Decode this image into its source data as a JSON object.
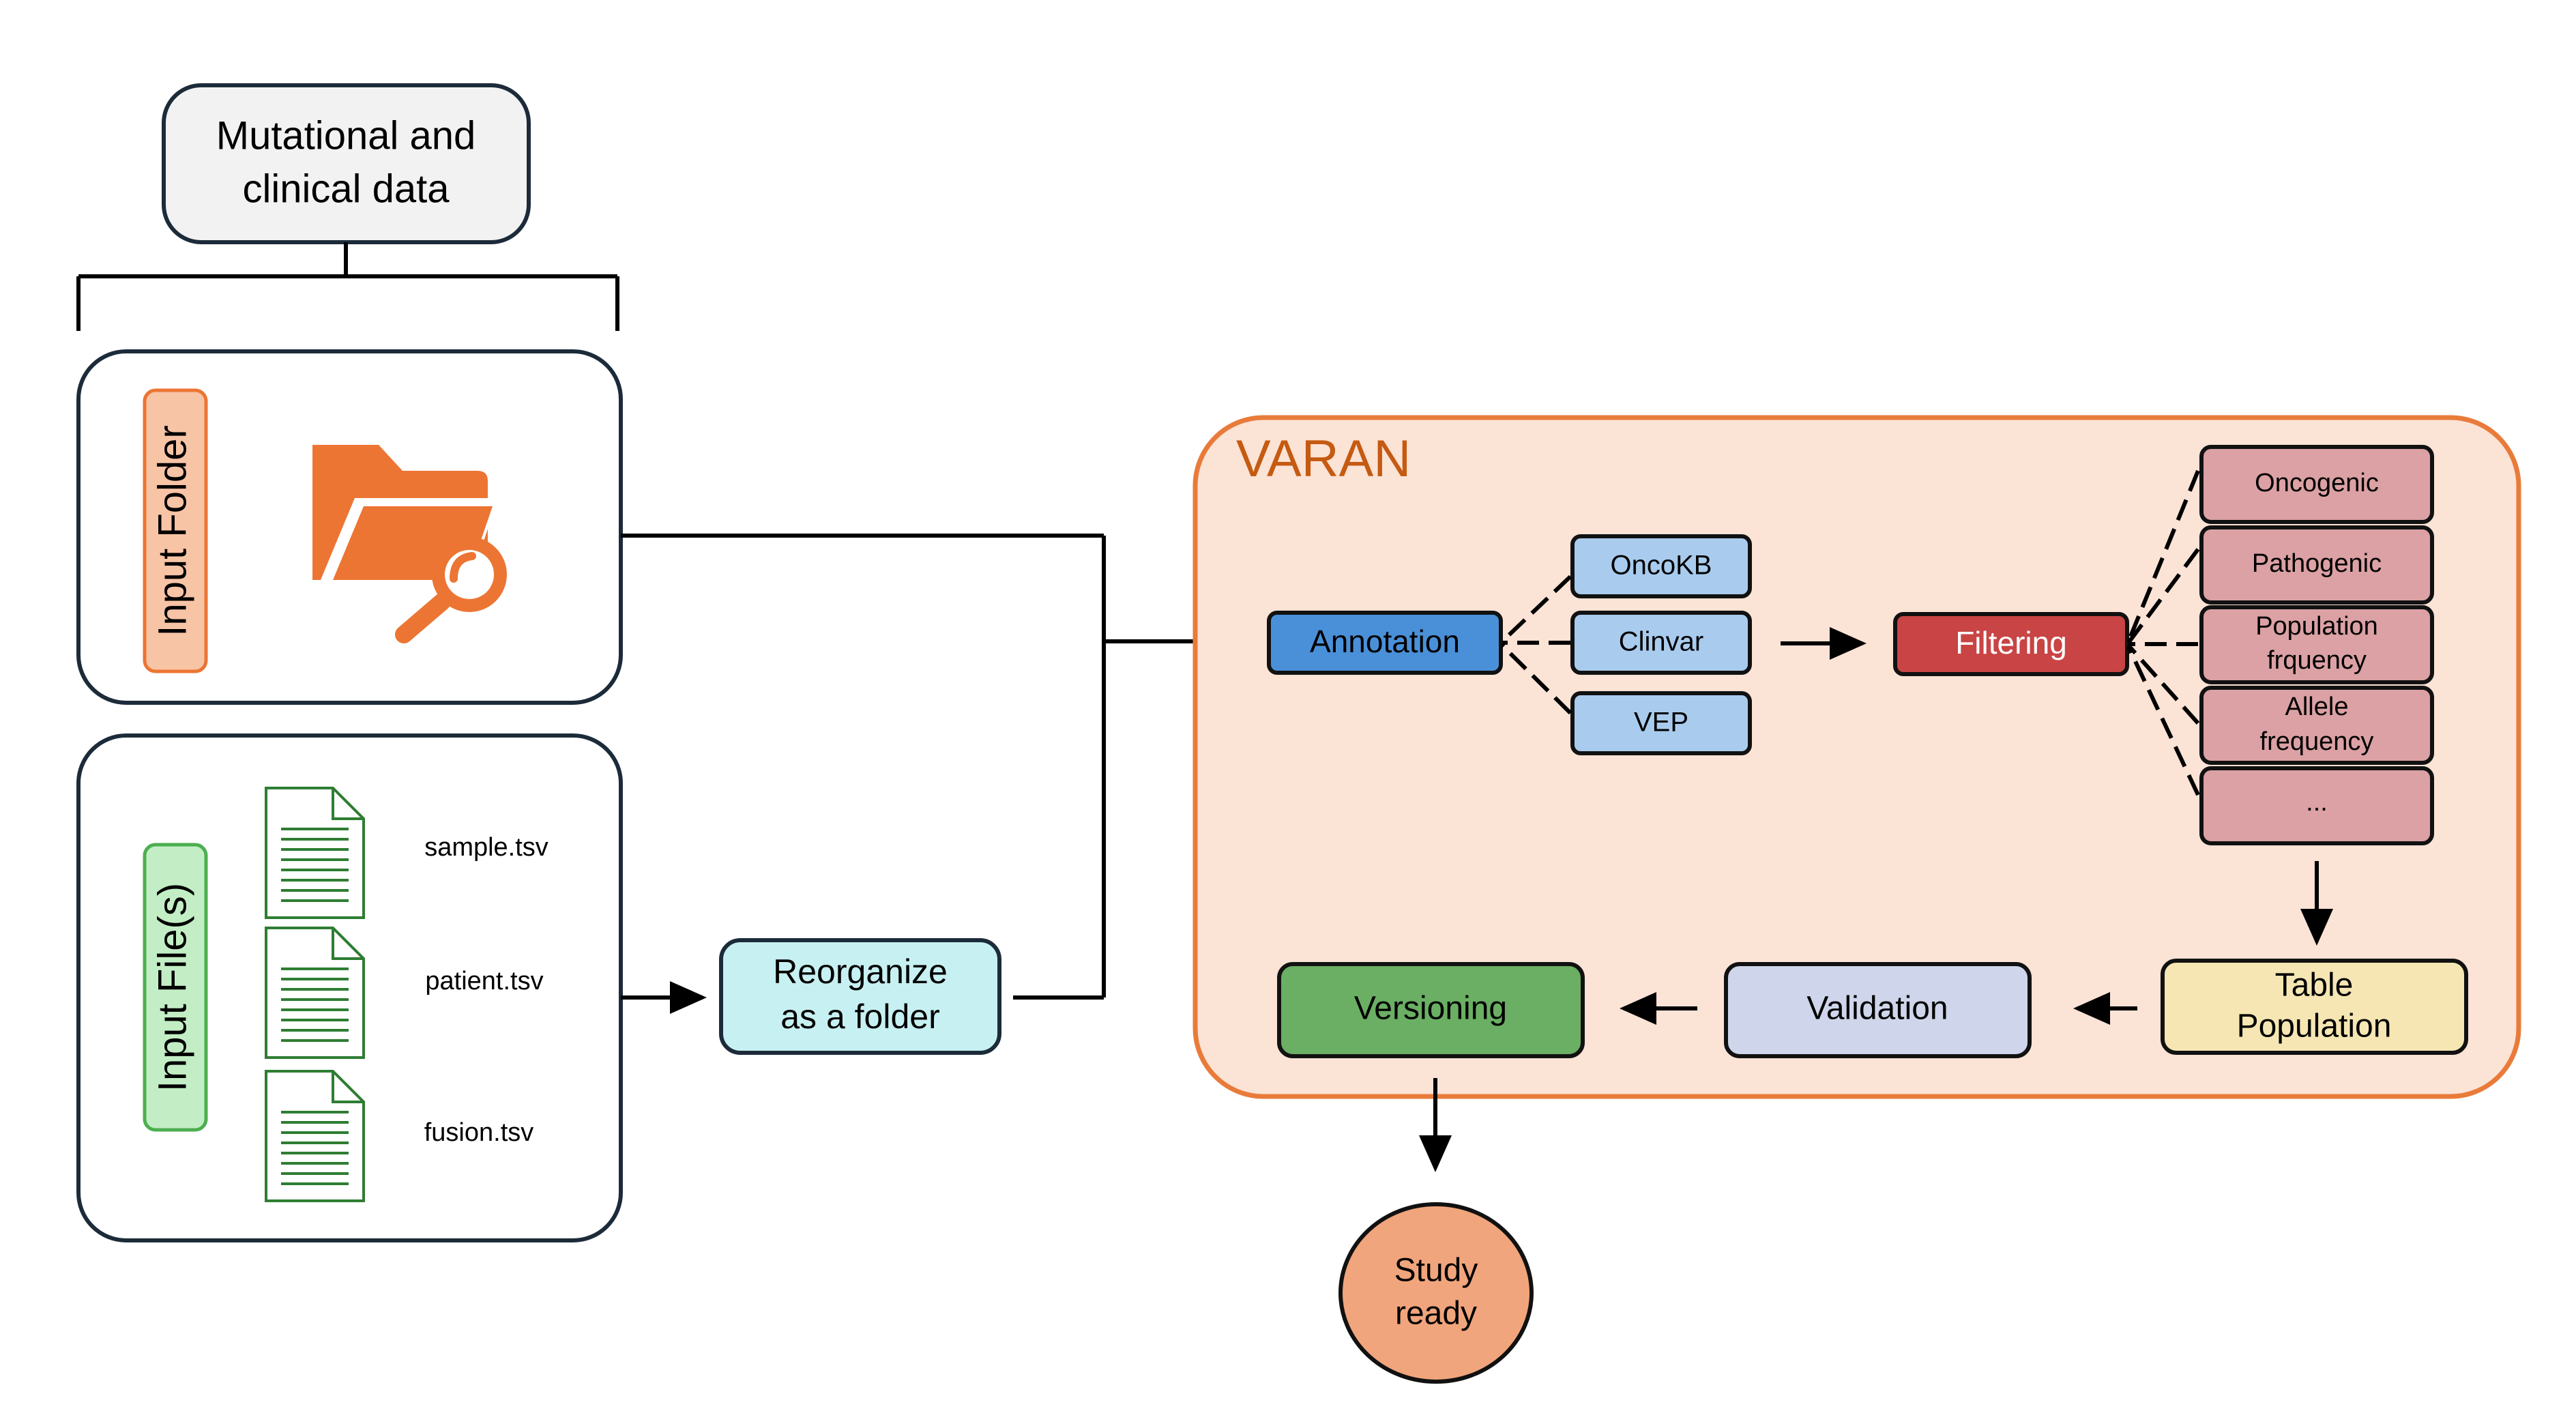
{
  "source": {
    "title_line1": "Mutational and",
    "title_line2": "clinical data"
  },
  "input_folder": {
    "label": "Input Folder",
    "icon": "folder-search-icon"
  },
  "input_files": {
    "label": "Input File(s)",
    "files": [
      "sample.tsv",
      "patient.tsv",
      "fusion.tsv"
    ]
  },
  "reorganize": {
    "line1": "Reorganize",
    "line2": "as a folder"
  },
  "varan": {
    "title": "VARAN",
    "annotation": "Annotation",
    "annotation_sources": [
      "OncoKB",
      "Clinvar",
      "VEP"
    ],
    "filtering": "Filtering",
    "filters": [
      [
        "Oncogenic"
      ],
      [
        "Pathogenic"
      ],
      [
        "Population",
        "frquency"
      ],
      [
        "Allele",
        "frequency"
      ],
      [
        "..."
      ]
    ],
    "table_population": [
      "Table",
      "Population"
    ],
    "validation": "Validation",
    "versioning": "Versioning"
  },
  "output": {
    "line1": "Study",
    "line2": "ready"
  },
  "colors": {
    "varan_panel": "#fbe3d6",
    "varan_border": "#e97b3a",
    "varan_title": "#c55a11",
    "annotation": "#4a90d9",
    "annotation_source": "#a9ccee",
    "filtering": "#c94444",
    "filter_item": "#dba1a4",
    "table_population": "#f5e6b3",
    "validation": "#cfd5ea",
    "versioning": "#6aaf63",
    "reorganize": "#c7f0f2",
    "study_ready": "#f1a57c",
    "input_folder_tag": "#f8c4a6",
    "input_files_tag": "#c3eec5",
    "folder_icon": "#ec7533",
    "doc_icon": "#2e7d32"
  }
}
